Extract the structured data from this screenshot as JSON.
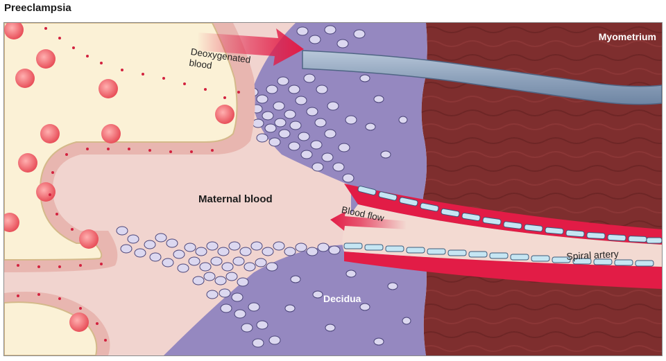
{
  "page": {
    "title": "Preeclampsia"
  },
  "labels": {
    "deoxygenated_line1": "Deoxygenated",
    "deoxygenated_line2": "blood",
    "maternal_blood": "Maternal blood",
    "blood_flow": "Blood flow",
    "myometrium": "Myometrium",
    "decidua": "Decidua",
    "spiral_artery": "Spiral artery"
  },
  "colors": {
    "myometrium": "#7e2e2e",
    "decidua": "#9588c0",
    "maternal_blood": "#f1d4cf",
    "villus": "#fbf1d6",
    "artery_red": "#e21c46",
    "vein_blue": "#8fa3bc",
    "endothelium": "#c6e6f3",
    "trophoblast": "#dcd8f0"
  }
}
